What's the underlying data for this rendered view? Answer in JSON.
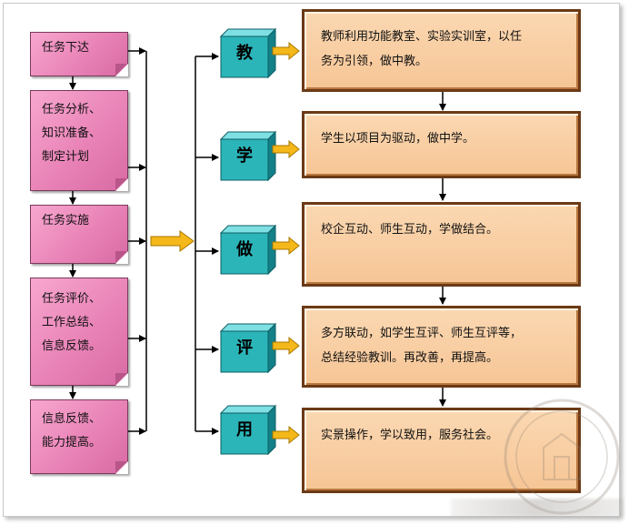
{
  "tasks": [
    {
      "lines": [
        "任务下达"
      ]
    },
    {
      "lines": [
        "任务分析、",
        "知识准备、",
        "制定计划"
      ]
    },
    {
      "lines": [
        "任务实施"
      ]
    },
    {
      "lines": [
        "任务评价、",
        "工作总结、",
        "信息反馈。"
      ]
    },
    {
      "lines": [
        "信息反馈、",
        "能力提高。"
      ]
    }
  ],
  "stages": [
    {
      "label": "教",
      "desc": [
        "教师利用功能教室、实验实训室，以任",
        "务为引领，做中教。"
      ]
    },
    {
      "label": "学",
      "desc": [
        "学生以项目为驱动，做中学。"
      ]
    },
    {
      "label": "做",
      "desc": [
        "校企互动、师生互动，学做结合。"
      ]
    },
    {
      "label": "评",
      "desc": [
        "多方联动，如学生互评、师生互评等，",
        "总结经验教训。再改善，再提高。"
      ]
    },
    {
      "label": "用",
      "desc": [
        "实景操作，学以致用，服务社会。"
      ]
    }
  ],
  "colors": {
    "task_fill": "#e983b7",
    "cube_front": "#2bb5b9",
    "cube_top": "#7fe0e4",
    "cube_side": "#138088",
    "desc_fill": "#f6c595",
    "desc_border": "#6b3a16",
    "arrow_fill": "#f5b81a",
    "connector": "#000000"
  }
}
